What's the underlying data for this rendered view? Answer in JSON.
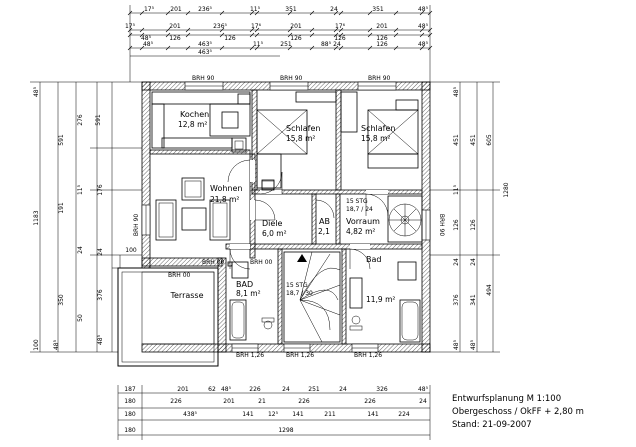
{
  "legend": {
    "line1": "Entwurfsplanung M 1:100",
    "line2": "Obergeschoss / OkFF + 2,80 m",
    "line3": "Stand: 21-09-2007"
  },
  "rooms": {
    "kochen_name": "Kochen",
    "kochen_area": "12,8 m²",
    "wohnen_name": "Wohnen",
    "wohnen_area": "21,8 m²",
    "schlafen1_name": "Schlafen",
    "schlafen1_area": "15,8 m²",
    "schlafen2_name": "Schlafen",
    "schlafen2_area": "15,8 m²",
    "diele_name": "Diele",
    "diele_area": "6,0 m²",
    "ab_name": "AB",
    "ab_area": "2,1",
    "vorraum_name": "Vorraum",
    "vorraum_area": "4,82 m²",
    "bad_name": "Bad",
    "bad_area": "11,9 m²",
    "bad2_name": "BAD",
    "bad2_area": "8,1 m²",
    "terrasse_name": "Terrasse",
    "stair1": "15 STG",
    "stair1b": "18,7 / 24",
    "stair2": "15 STG",
    "stair2b": "18,7 / 30"
  },
  "windows": {
    "top1": "BRH 90",
    "top2": "BRH 90",
    "top3": "BRH 90",
    "left": "BRH 90",
    "right": "BRH 90",
    "terr1": "BRH 00",
    "terr2": "BRH 00",
    "terr3": "BRH 00",
    "bot1": "BRH 1,26",
    "bot2": "BRH 1,26",
    "bot3": "BRH 1,26"
  },
  "dims": {
    "top1": [
      "17⁵",
      "201",
      "236⁵",
      "11⁵",
      "351",
      "24",
      "351",
      "48⁵"
    ],
    "top2": [
      "201",
      "17⁶",
      "201",
      "17⁶",
      "201"
    ],
    "top3": [
      "48⁵",
      "126",
      "126",
      "126",
      "126"
    ],
    "top4": [
      "48⁵",
      "463⁵",
      "11⁵",
      "251",
      "88⁵",
      "24",
      "126",
      "48⁵"
    ],
    "top5": [
      "463⁵"
    ],
    "bot1": [
      "187",
      "201",
      "62",
      "48⁵",
      "226",
      "24",
      "251",
      "24",
      "326",
      "48⁵"
    ],
    "bot2": [
      "180",
      "226",
      "201",
      "21",
      "226",
      "226",
      "24"
    ],
    "bot3": [
      "180",
      "438⁵",
      "141",
      "12⁵",
      "141",
      "211",
      "141",
      "224"
    ],
    "bot4": [
      "180",
      "1298"
    ],
    "left": [
      "48⁵",
      "276",
      "591",
      "11⁵",
      "191",
      "24",
      "376",
      "48⁵",
      "100",
      "1183",
      "591",
      "176",
      "24",
      "350",
      "50",
      "48⁵"
    ],
    "left_extra": [
      "100"
    ],
    "right": [
      "48⁵",
      "451",
      "11⁵",
      "126",
      "24",
      "376",
      "48⁵",
      "451",
      "126",
      "24",
      "341",
      "48⁵",
      "605",
      "1280",
      "494"
    ]
  }
}
